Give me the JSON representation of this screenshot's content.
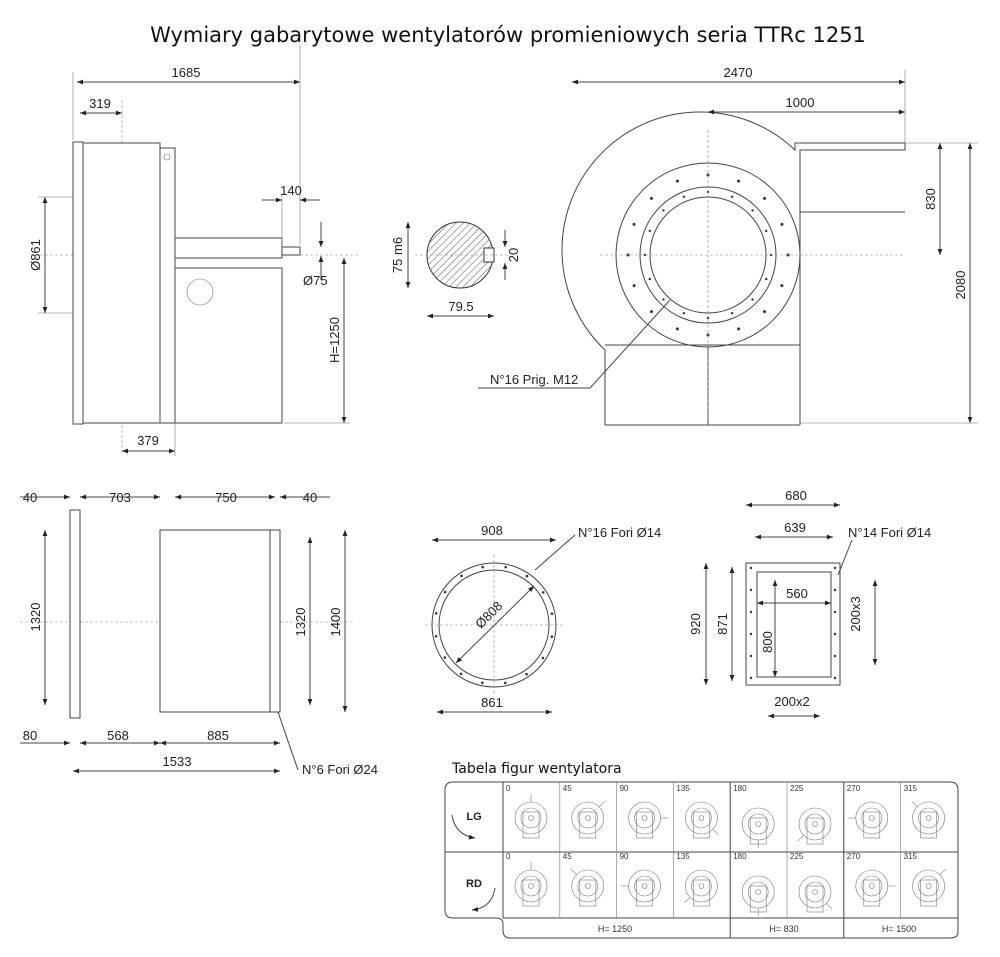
{
  "title": "Wymiary gabarytowe wentylatorów promieniowych seria TTRc 1251",
  "side_view": {
    "d1685": "1685",
    "d319": "319",
    "d140": "140",
    "d75": "Ø75",
    "d861": "Ø861",
    "h1250": "H=1250",
    "d379": "379"
  },
  "shaft": {
    "d75m6": "75 m6",
    "d20": "20",
    "d795": "79.5"
  },
  "front_view": {
    "d2470": "2470",
    "d1000": "1000",
    "d830": "830",
    "d2080": "2080",
    "note": "N°16 Prig. M12"
  },
  "base_view": {
    "d40a": "40",
    "d703": "703",
    "d750": "750",
    "d40b": "40",
    "d1320a": "1320",
    "d1320b": "1320",
    "d1400": "1400",
    "d80": "80",
    "d568": "568",
    "d885": "885",
    "d1533": "1533",
    "note": "N°6 Fori Ø24"
  },
  "inlet_flange": {
    "d908": "908",
    "d808": "Ø808",
    "d861": "861",
    "note": "N°16 Fori Ø14"
  },
  "outlet_flange": {
    "d680": "680",
    "d639": "639",
    "d920": "920",
    "d871": "871",
    "d560": "560",
    "d800": "800",
    "d200x3": "200x3",
    "d200x2": "200x2",
    "note": "N°14 Fori Ø14"
  },
  "table": {
    "title": "Tabela figur wentylatora",
    "rows": [
      "LG",
      "RD"
    ],
    "angles": [
      "0",
      "45",
      "90",
      "135",
      "180",
      "225",
      "270",
      "315"
    ],
    "heights": [
      "H= 1250",
      "H= 830",
      "H= 1500"
    ]
  }
}
